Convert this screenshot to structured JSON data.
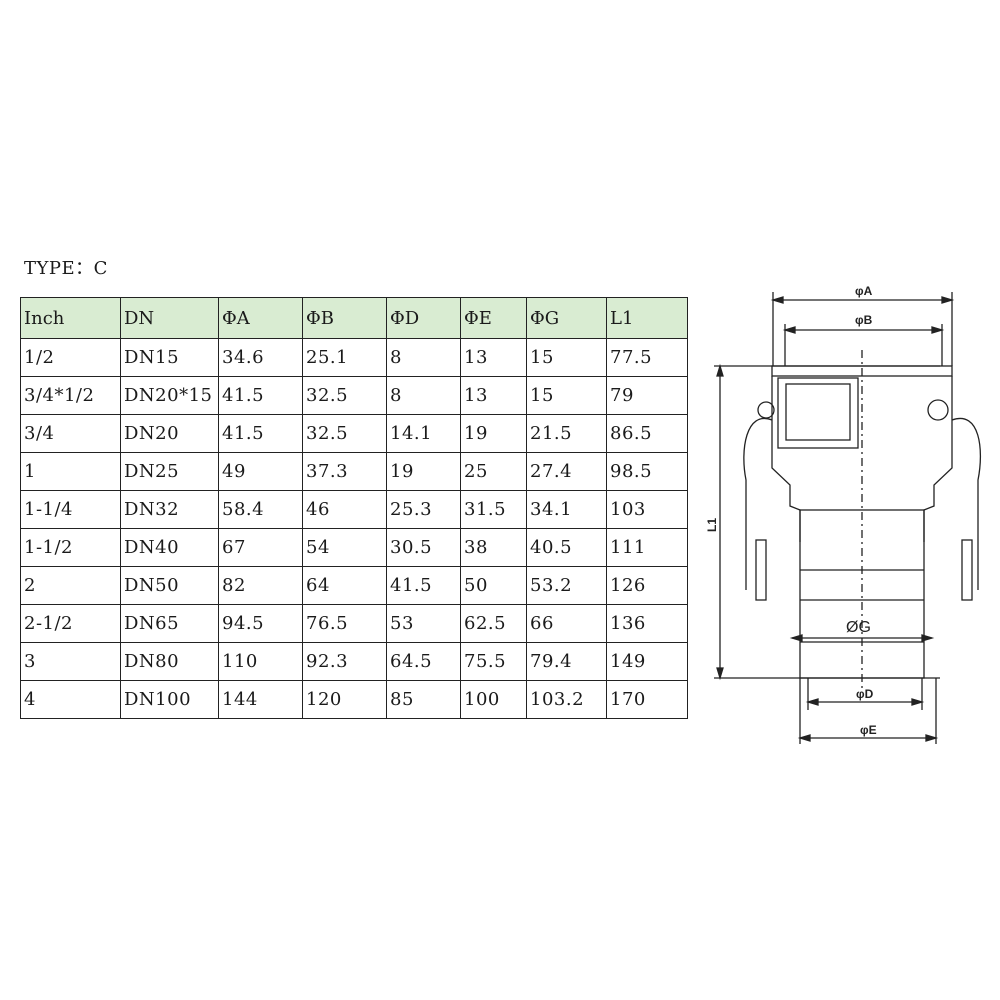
{
  "type_label": "TYPE：C",
  "colors": {
    "header_bg": "#d9ecd2",
    "line": "#222222"
  },
  "table": {
    "headers": [
      "Inch",
      "DN",
      "ΦA",
      "ΦB",
      "ΦD",
      "ΦE",
      "ΦG",
      "L1"
    ],
    "rows": [
      [
        "1/2",
        "DN15",
        "34.6",
        "25.1",
        "8",
        "13",
        "15",
        "77.5"
      ],
      [
        "3/4*1/2",
        "DN20*15",
        "41.5",
        "32.5",
        "8",
        "13",
        "15",
        "79"
      ],
      [
        "3/4",
        "DN20",
        "41.5",
        "32.5",
        "14.1",
        "19",
        "21.5",
        "86.5"
      ],
      [
        "1",
        "DN25",
        "49",
        "37.3",
        "19",
        "25",
        "27.4",
        "98.5"
      ],
      [
        "1-1/4",
        "DN32",
        "58.4",
        "46",
        "25.3",
        "31.5",
        "34.1",
        "103"
      ],
      [
        "1-1/2",
        "DN40",
        "67",
        "54",
        "30.5",
        "38",
        "40.5",
        "111"
      ],
      [
        "2",
        "DN50",
        "82",
        "64",
        "41.5",
        "50",
        "53.2",
        "126"
      ],
      [
        "2-1/2",
        "DN65",
        "94.5",
        "76.5",
        "53",
        "62.5",
        "66",
        "136"
      ],
      [
        "3",
        "DN80",
        "110",
        "92.3",
        "64.5",
        "75.5",
        "79.4",
        "149"
      ],
      [
        "4",
        "DN100",
        "144",
        "120",
        "85",
        "100",
        "103.2",
        "170"
      ]
    ]
  },
  "diagram": {
    "labels": {
      "a": "φA",
      "b": "φB",
      "l1": "L1",
      "g": "ØG",
      "d": "φD",
      "e": "φE"
    }
  }
}
